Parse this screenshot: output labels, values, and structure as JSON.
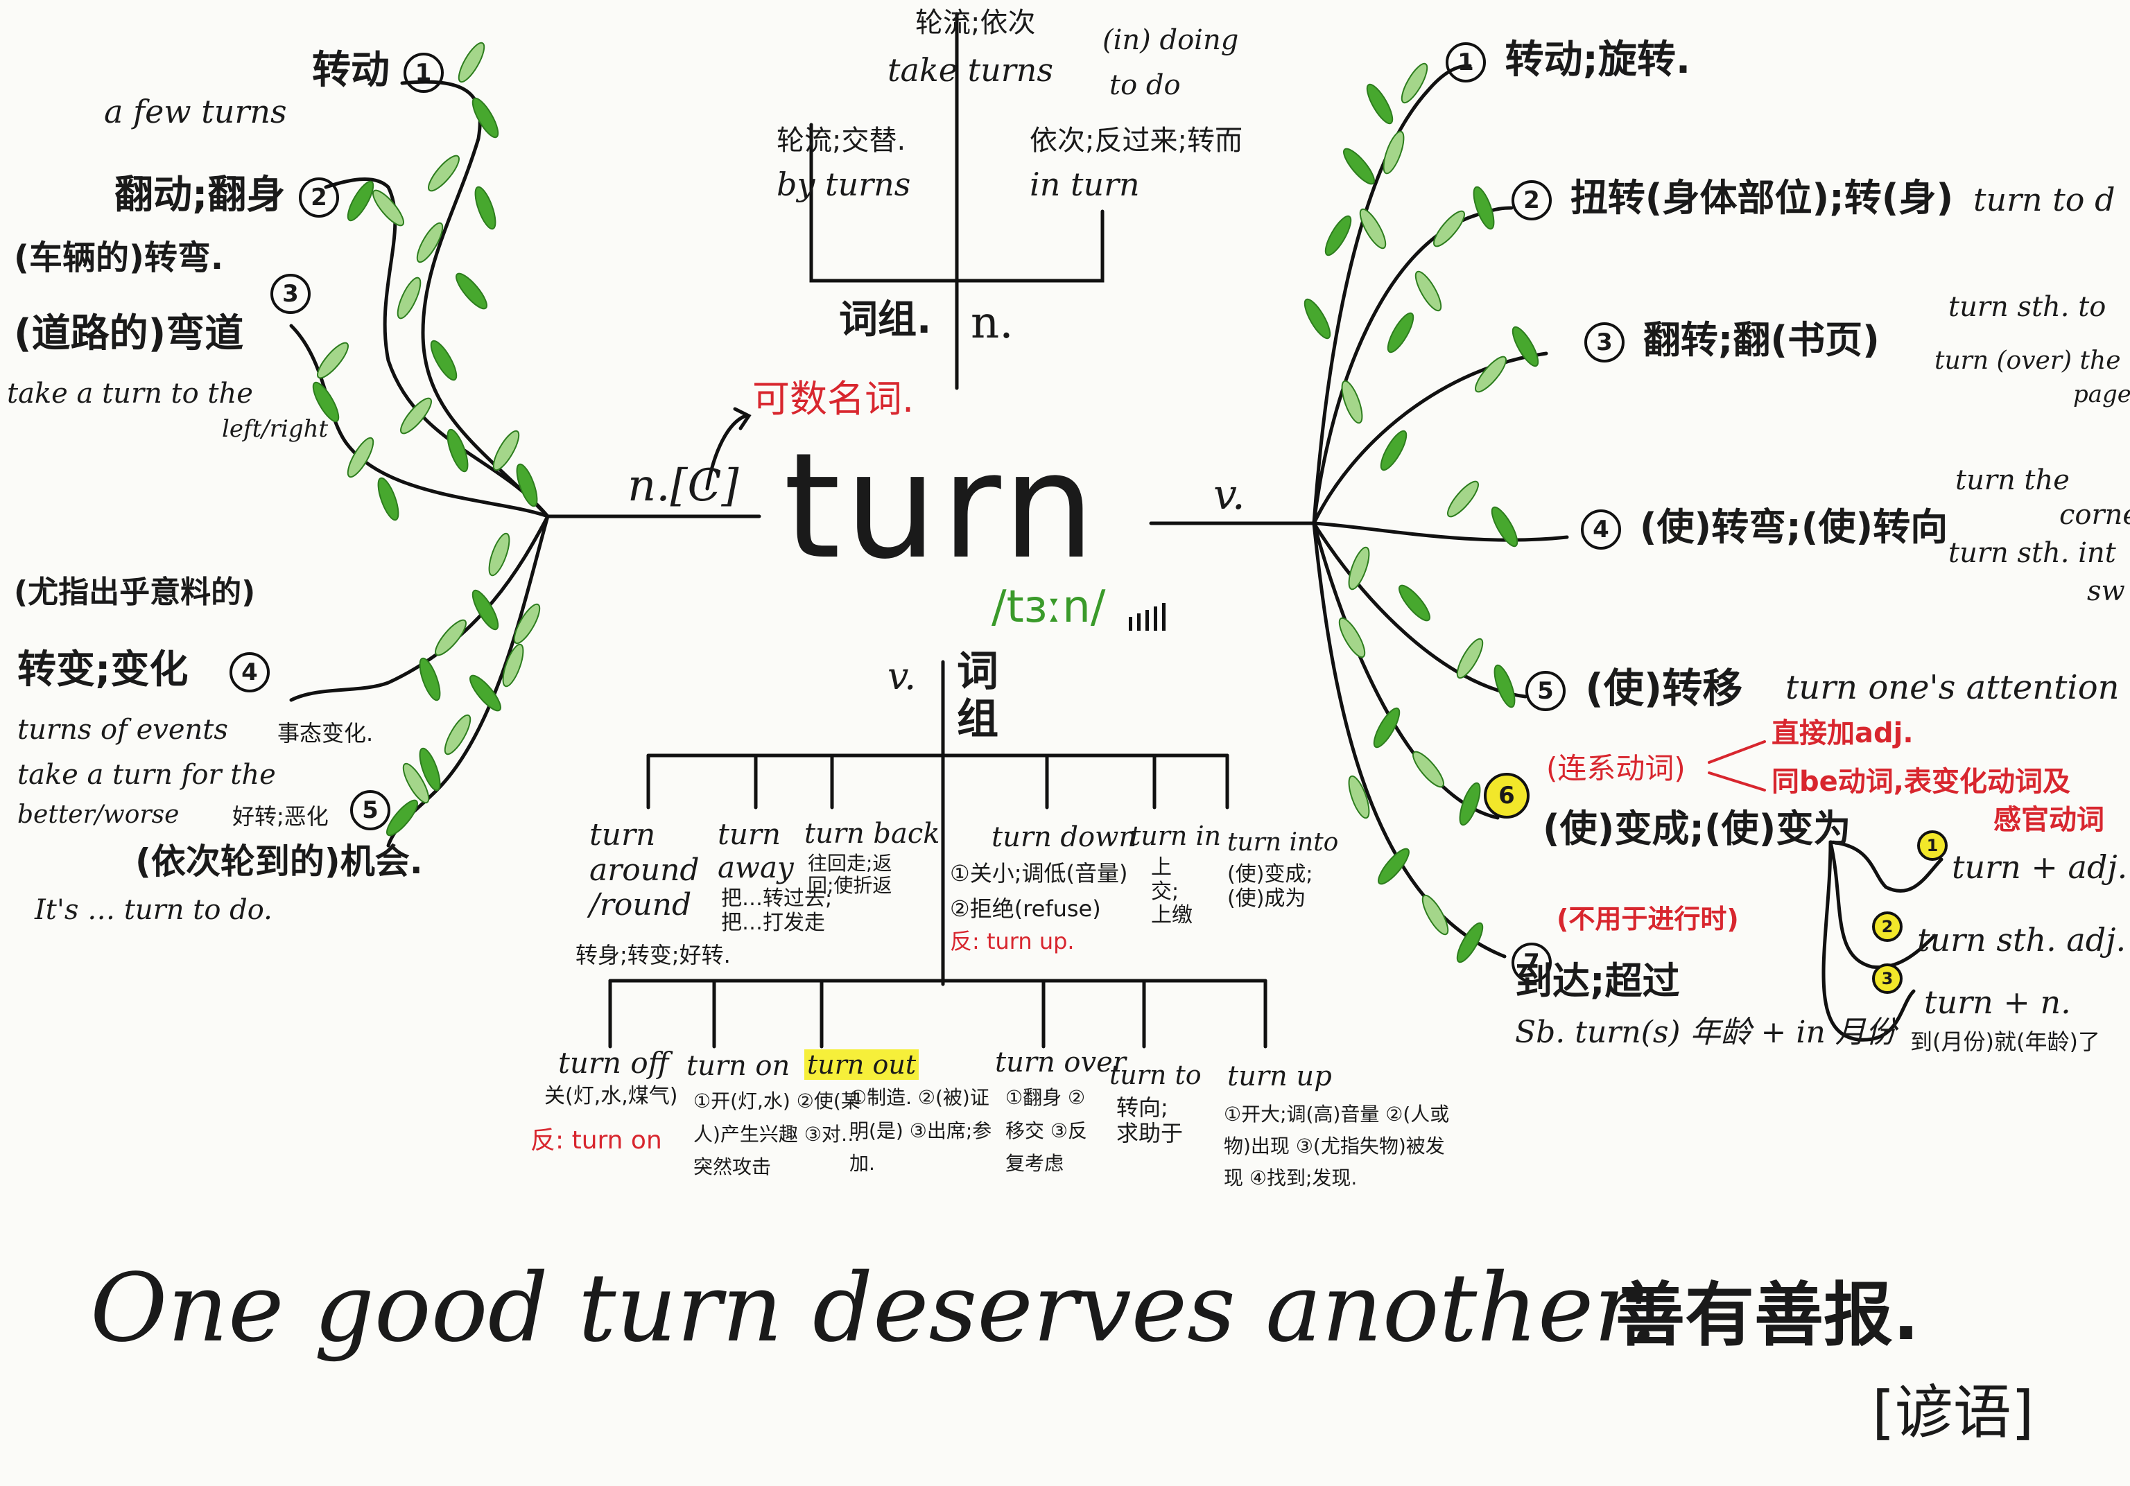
{
  "headword": "turn",
  "phonetic": "/tɜːn/",
  "noun_label": "n.[C]",
  "verb_label": "v.",
  "countable_note": "可数名词.",
  "noun_phrase_box": {
    "label_cn": "词组.",
    "label_pos": "n.",
    "take_turns_cn": "轮流;依次",
    "take_turns": "take turns",
    "take_turns_opt1": "(in) doing",
    "take_turns_opt2": "to do",
    "by_turns_cn": "轮流;交替.",
    "by_turns": "by turns",
    "in_turn_cn": "依次;反过来;转而",
    "in_turn": "in turn"
  },
  "noun_senses": [
    {
      "num": "1",
      "cn": "转动",
      "example": "a few turns"
    },
    {
      "num": "2",
      "cn": "翻动;翻身"
    },
    {
      "num": "3",
      "cn_pre": "(车辆的)转弯.",
      "cn": "(道路的)弯道",
      "example": "take a turn to the",
      "example2": "left/right"
    },
    {
      "num": "4",
      "cn_pre": "(尤指出乎意料的)",
      "cn": "转变;变化",
      "ex1": "turns of events",
      "ex1_cn": "事态变化.",
      "ex2": "take a turn for the",
      "ex3": "better/worse",
      "ex3_cn": "好转;恶化"
    },
    {
      "num": "5",
      "cn": "(依次轮到的)机会.",
      "example": "It's … turn to do."
    }
  ],
  "verb_senses": [
    {
      "num": "1",
      "cn": "转动;旋转."
    },
    {
      "num": "2",
      "cn": "扭转(身体部位);转(身)",
      "example": "turn to d"
    },
    {
      "num": "3",
      "cn": "翻转;翻(书页)",
      "ex1": "turn sth. to",
      "ex2": "turn (over) the",
      "ex3": "page"
    },
    {
      "num": "4",
      "cn": "(使)转弯;(使)转向",
      "ex1": "turn the",
      "ex2": "corne",
      "ex3": "turn sth. int",
      "ex4": "sw"
    },
    {
      "num": "5",
      "cn": "(使)转移",
      "example": "turn one's attention t"
    },
    {
      "num": "6",
      "note": "(连系动词)",
      "note_a": "直接加adj.",
      "note_b": "同be动词,表变化动词及",
      "note_c": "感官动词",
      "cn": "(使)变成;(使)变为",
      "sub": [
        "turn + adj.",
        "turn sth. adj.",
        "turn + n."
      ]
    },
    {
      "num": "7",
      "note": "(不用于进行时)",
      "cn": "到达;超过",
      "example": "Sb. turn(s) 年龄 + in 月份",
      "example_cn": "到(月份)就(年龄)了"
    }
  ],
  "verb_phrases_row1": [
    {
      "head": "turn around /round",
      "cn": "转身;转变;好转."
    },
    {
      "head": "turn away",
      "cn": "把…转过去;把…打发走"
    },
    {
      "head": "turn back",
      "cn": "往回走;返回;使折返"
    },
    {
      "head": "turn down",
      "cn": "①关小;调低(音量) ②拒绝(refuse)",
      "anti": "反: turn up."
    },
    {
      "head": "turn in",
      "cn": "上交;上缴"
    },
    {
      "head": "turn into",
      "cn": "(使)变成;(使)成为"
    }
  ],
  "verb_phrases_row2": [
    {
      "head": "turn off",
      "cn": "关(灯,水,煤气)",
      "anti": "反: turn on"
    },
    {
      "head": "turn on",
      "cn": "①开(灯,水) ②使(某人)产生兴趣 ③对…突然攻击"
    },
    {
      "head": "turn out",
      "cn": "①制造. ②(被)证明(是) ③出席;参加."
    },
    {
      "head": "turn over",
      "cn": "①翻身 ②移交 ③反复考虑"
    },
    {
      "head": "turn to",
      "cn": "转向; 求助于"
    },
    {
      "head": "turn up",
      "cn": "①开大;调(高)音量 ②(人或物)出现 ③(尤指失物)被发现 ④找到;发现."
    }
  ],
  "verb_phrase_label_pos": "v.",
  "verb_phrase_label_cn": "词组",
  "proverb": "One good turn deserves another.",
  "proverb_cn": "善有善报.",
  "proverb_tag": "[谚语]",
  "colors": {
    "ink": "#1a1a1a",
    "red": "#d8262e",
    "leaf": "#47a82e",
    "leaf_light": "#a4d68a",
    "highlight": "#f2e72a"
  }
}
